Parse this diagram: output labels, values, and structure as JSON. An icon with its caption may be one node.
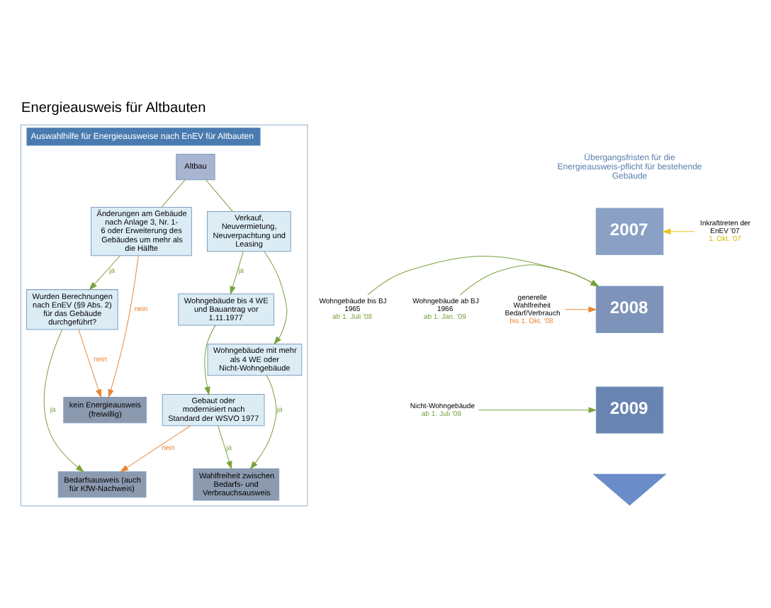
{
  "diagram": {
    "title": "Energieausweis für Altbauten",
    "nodes": [
      {
        "text": [
          "Auswahlhilfe für Energieausweise nach EnEV für Altbauten"
        ]
      },
      {
        "text": [
          "Altbau"
        ],
        "in": 0
      },
      {
        "text": [
          "Änderungen am Gebäude nach Anlage 3, Nr. 1- 6 oder Erweiterung des Gebäudes um mehr als die Hälfte"
        ],
        "in": 0
      },
      {
        "text": [
          "Verkauf, Neuvermietung, Neuverpachtung und Leasing"
        ],
        "in": 0
      },
      {
        "text": [
          "Wurden Berechnungen nach EnEV (§9 Abs. 2) für das Gebäude durchgeführt?"
        ],
        "in": 0
      },
      {
        "text": [
          "Wohngebäude bis 4 WE und Bauantrag vor 1.11.1977"
        ],
        "in": 0
      },
      {
        "text": [
          "Wohngebäude mit mehr als 4 WE oder Nicht-Wohngebäude"
        ],
        "in": 0
      },
      {
        "text": [
          "Gebaut oder modernisiert nach Standard der WSVO 1977"
        ],
        "in": 0
      },
      {
        "text": [
          "Bedarfsausweis (auch für KfW-Nachweis)"
        ],
        "in": 0
      },
      {
        "text": [
          "kein Energieausweis (freiwillig)"
        ],
        "in": 0
      },
      {
        "text": [
          "Wahlfreiheit zwischen Bedarfs- und Verbrauchsausweis"
        ],
        "in": 0
      },
      {
        "text": [
          "2007"
        ]
      },
      {
        "text": [
          "2008"
        ]
      },
      {
        "text": [
          "2009"
        ]
      },
      {
        "text": [],
        "shape": "triangle"
      },
      {
        "text": [
          "Inkrafttreten der EnEV '07",
          "1. Okt. '07"
        ]
      },
      {
        "text": [
          "generelle Wahlfreiheit Bedarf/Verbrauch",
          "bis 1. Okt. '08"
        ]
      },
      {
        "text": [
          "Wohngebäude bis BJ 1965",
          "ab 1. Juli '08"
        ]
      },
      {
        "text": [
          "Wohngebäude ab BJ 1966",
          "ab 1. Jan. '09"
        ]
      },
      {
        "text": [
          "Nicht-Wohngebäude",
          "ab 1. Juli '09"
        ]
      }
    ],
    "edges": [
      {
        "from": 1,
        "to": 2,
        "arrow": "none"
      },
      {
        "from": 1,
        "to": 3,
        "arrow": "none"
      },
      {
        "from": 2,
        "to": 4,
        "arrow": "to",
        "label": "ja"
      },
      {
        "from": 2,
        "to": 9,
        "arrow": "to",
        "label": "nein",
        "color": "#e8873a"
      },
      {
        "from": 3,
        "to": 5,
        "arrow": "to",
        "label": "ja"
      },
      {
        "from": 3,
        "to": 6,
        "arrow": "to"
      },
      {
        "from": 4,
        "to": 8,
        "arrow": "to",
        "label": "ja"
      },
      {
        "from": 4,
        "to": 9,
        "arrow": "to",
        "label": "nein",
        "color": "#e8873a"
      },
      {
        "from": 5,
        "to": 7,
        "arrow": "to"
      },
      {
        "from": 6,
        "to": 10,
        "arrow": "to",
        "label": "ja"
      },
      {
        "from": 7,
        "to": 8,
        "arrow": "to",
        "label": "nein",
        "color": "#e8873a"
      },
      {
        "from": 7,
        "to": 10,
        "arrow": "to",
        "label": "ja"
      },
      {
        "from": 15,
        "to": 11,
        "arrow": "to",
        "color": "#e6c619"
      },
      {
        "from": 16,
        "to": 12,
        "arrow": "to",
        "color": "#e8873a"
      },
      {
        "from": 17,
        "to": 12,
        "arrow": "to"
      },
      {
        "from": 18,
        "to": 12,
        "arrow": "to"
      },
      {
        "from": 19,
        "to": 13,
        "arrow": "to"
      }
    ],
    "labels": [
      "Übergangsfristen für die Energieausweis-pflicht für bestehende Gebäude"
    ]
  }
}
